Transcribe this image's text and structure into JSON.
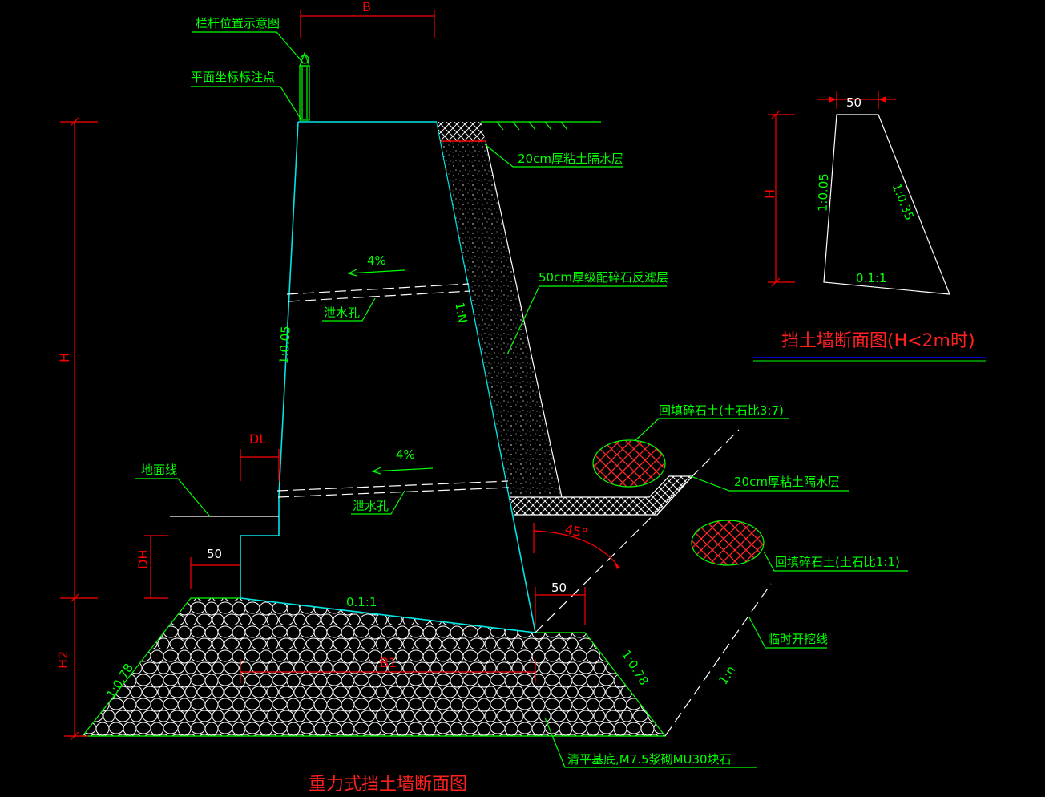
{
  "main_drawing": {
    "title": "重力式挡土墙断面图",
    "dim_B": "B",
    "dim_H": "H",
    "dim_H2": "H2",
    "dim_DH": "DH",
    "dim_DL": "DL",
    "dim_B1": "B1",
    "dim_50_left": "50",
    "dim_50_right": "50",
    "angle_45": "45°",
    "slope_front": "1:0.05",
    "slope_back": "1:N",
    "slope_base": "0.1:1",
    "slope_found_left": "1:0.78",
    "slope_found_right": "1:0.78",
    "slope_excavation": "1:n",
    "slope_drain_upper": "4%",
    "slope_drain_lower": "4%"
  },
  "labels": {
    "railing": "栏杆位置示意图",
    "coord_point": "平面坐标标注点",
    "clay_top": "20cm厚粘土隔水层",
    "filter_layer": "50cm厚级配碎石反滤层",
    "drain_hole_upper": "泄水孔",
    "drain_hole_lower": "泄水孔",
    "ground_line": "地面线",
    "backfill_37": "回填碎石土(土石比3:7)",
    "clay_mid": "20cm厚粘土隔水层",
    "backfill_11": "回填碎石土(土石比1:1)",
    "temp_excavation": "临时开挖线",
    "foundation": "清平基底,M7.5浆砌MU30块石"
  },
  "small_drawing": {
    "title": "挡土墙断面图(H<2m时)",
    "dim_50": "50",
    "dim_H": "H",
    "slope_front": "1:0.05",
    "slope_back": "1:0.35",
    "slope_base": "0.1:1"
  },
  "colors": {
    "background": "#000000",
    "annotation": "#00ff00",
    "dimension": "#ff0000",
    "wall_outline": "#00e5e5",
    "stone": "#ffffff"
  }
}
